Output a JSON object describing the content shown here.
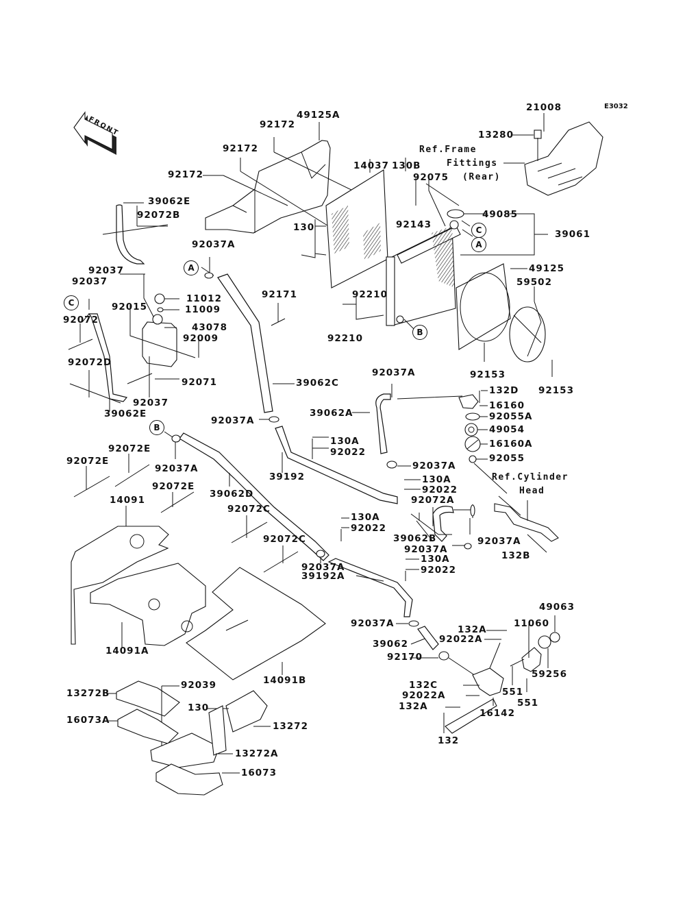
{
  "diagram": {
    "code": "E3032",
    "front_arrow_label": "FRONT",
    "markers": {
      "A": "A",
      "B": "B",
      "C": "C"
    },
    "references": {
      "frame_line1": "Ref.Frame",
      "frame_line2": "Fittings",
      "frame_line3": "(Rear)",
      "head_line1": "Ref.Cylinder",
      "head_line2": "Head"
    },
    "parts": {
      "p21008": "21008",
      "p13280": "13280",
      "p49125A": "49125A",
      "p92172_a": "92172",
      "p92172_b": "92172",
      "p92172_c": "92172",
      "p14037": "14037",
      "p130B": "130B",
      "p92075": "92075",
      "p92143": "92143",
      "p49085": "49085",
      "p39061": "39061",
      "p130_top": "130",
      "p39062E_top": "39062E",
      "p92072B": "92072B",
      "p92037A_top": "92037A",
      "p92037_a": "92037",
      "p92037_b": "92037",
      "p92072": "92072",
      "p92015": "92015",
      "p11012": "11012",
      "p11009": "11009",
      "p43078": "43078",
      "p92009": "92009",
      "p92072D": "92072D",
      "p92071": "92071",
      "p92037_c": "92037",
      "p39062E_bot": "39062E",
      "p92171": "92171",
      "p92210_a": "92210",
      "p92210_b": "92210",
      "p49125": "49125",
      "p59502": "59502",
      "p92153_a": "92153",
      "p92153_b": "92153",
      "p39062C": "39062C",
      "p92037A_b": "92037A",
      "p39062A": "39062A",
      "p132D": "132D",
      "p16160": "16160",
      "p92055A": "92055A",
      "p49054": "49054",
      "p16160A": "16160A",
      "p92055": "92055",
      "p92037A_c": "92037A",
      "p130A_a": "130A",
      "p92022_a": "92022",
      "p39192": "39192",
      "p92037A_d": "92037A",
      "p130A_b": "130A",
      "p92022_b": "92022",
      "p92072A": "92072A",
      "p92072E_a": "92072E",
      "p92072E_b": "92072E",
      "p92072E_c": "92072E",
      "p92037A_e": "92037A",
      "p39062D": "39062D",
      "p14091": "14091",
      "p92072C_a": "92072C",
      "p92072C_b": "92072C",
      "p130A_c": "130A",
      "p92022_c": "92022",
      "p39062B": "39062B",
      "p92037A_f": "92037A",
      "p92037A_g": "92037A",
      "p132B": "132B",
      "p92037A_h": "92037A",
      "p130A_d": "130A",
      "p92022_d": "92022",
      "p39192A": "39192A",
      "p92037A_i": "92037A",
      "p39062": "39062",
      "p92170": "92170",
      "p132A_a": "132A",
      "p92022A_a": "92022A",
      "p11060": "11060",
      "p49063": "49063",
      "p59256": "59256",
      "p551_a": "551",
      "p551_b": "551",
      "p132C": "132C",
      "p92022A_b": "92022A",
      "p132A_b": "132A",
      "p16142": "16142",
      "p132": "132",
      "p14091A": "14091A",
      "p14091B": "14091B",
      "p92039": "92039",
      "p13272B": "13272B",
      "p130_bot": "130",
      "p16073A": "16073A",
      "p13272": "13272",
      "p13272A": "13272A",
      "p16073": "16073"
    }
  }
}
